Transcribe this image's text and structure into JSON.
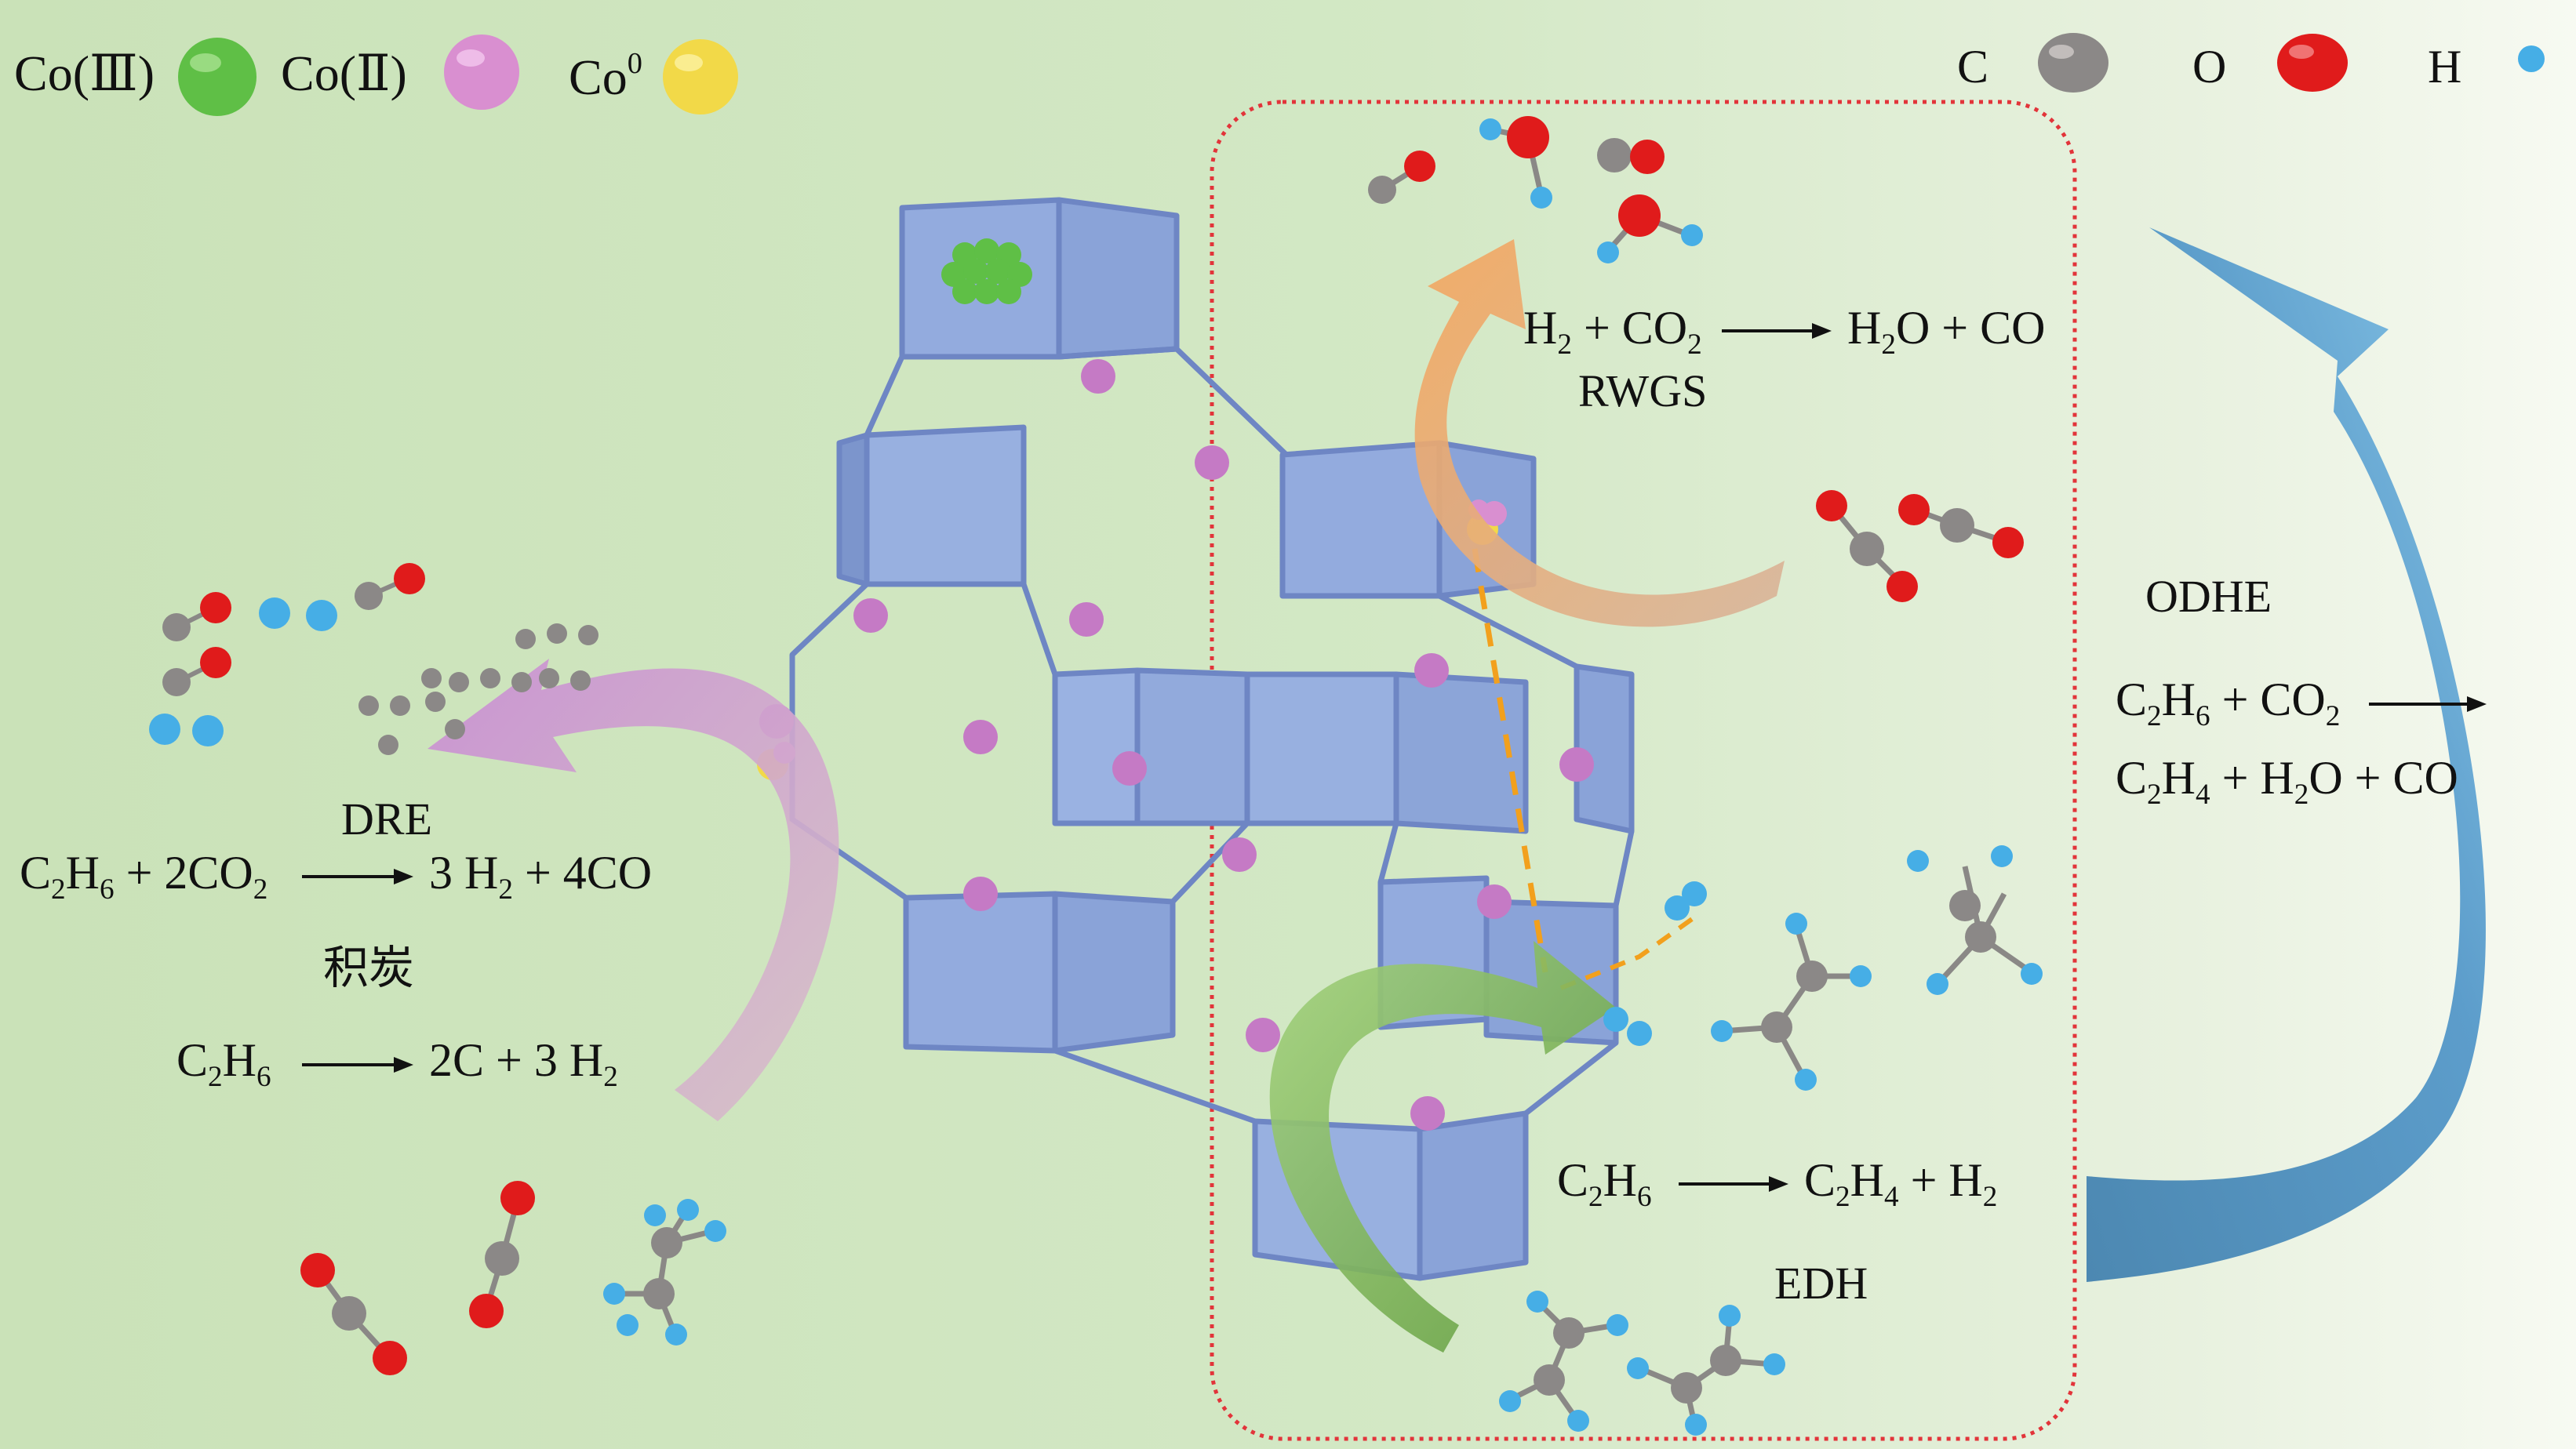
{
  "legend_left": {
    "co3": {
      "label": "Co(Ⅲ)",
      "color": "#5fbf46"
    },
    "co2": {
      "label": "Co(Ⅱ)",
      "color": "#d98fd0"
    },
    "co0": {
      "label": "Co",
      "sup": "0",
      "color": "#f2d948"
    }
  },
  "legend_right": {
    "c": {
      "label": "C",
      "color": "#8b8887"
    },
    "o": {
      "label": "O",
      "color": "#e01b1b"
    },
    "h": {
      "label": "H",
      "color": "#46aee6"
    }
  },
  "rwgs": {
    "eq": {
      "a": "H",
      "a_sub": "2",
      "plus": " + CO",
      "b_sub": "2",
      "prod": "H",
      "prod_sub": "2",
      "prod_rest": "O + CO"
    },
    "name": "RWGS"
  },
  "odhe": {
    "name": "ODHE",
    "line1": {
      "a": "C",
      "a_sub1": "2",
      "a_mid": "H",
      "a_sub2": "6",
      "plus": " + CO",
      "b_sub": "2"
    },
    "line2": {
      "a": "C",
      "a_sub1": "2",
      "a_mid": "H",
      "a_sub2": "4",
      "rest1": " + H",
      "rest_sub": "2",
      "rest2": "O + CO"
    }
  },
  "dre": {
    "name": "DRE",
    "eq": {
      "a": "C",
      "a_sub1": "2",
      "a_mid": "H",
      "a_sub2": "6",
      "plus": " + 2CO",
      "b_sub": "2",
      "prod": "3 H",
      "prod_sub": "2",
      "prod_rest": " + 4CO"
    }
  },
  "coking": {
    "name": "积炭",
    "eq": {
      "a": "C",
      "a_sub1": "2",
      "a_mid": "H",
      "a_sub2": "6",
      "prod": "2C + 3 H",
      "prod_sub": "2"
    }
  },
  "edh": {
    "name": "EDH",
    "eq": {
      "a": "C",
      "a_sub1": "2",
      "a_mid": "H",
      "a_sub2": "6",
      "prod": "C",
      "prod_sub1": "2",
      "prod_mid": "H",
      "prod_sub2": "4",
      "prod_rest": " + H",
      "prod_sub3": "2"
    }
  },
  "colors": {
    "background_left": "#c9e2b8",
    "background_right": "#f4f8ee",
    "framework": "#8fa8dc",
    "framework_edge": "#6e86c4",
    "dashed_box": "#e2343a",
    "blue_arrow": "#4c8dbf",
    "purple_arrow": "#c98fd3",
    "orange_arrow": "#f0a45c",
    "green_arrow": "#6fae48",
    "dash_orange": "#f2a01d"
  }
}
